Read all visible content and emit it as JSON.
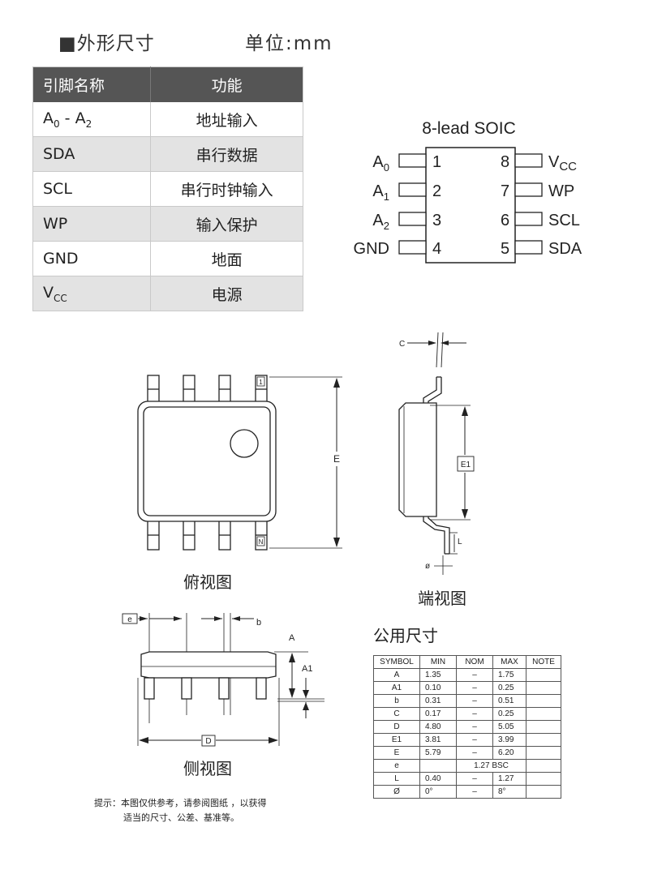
{
  "header": {
    "title": "■外形尺寸",
    "unit": "单位:mm"
  },
  "pin_table": {
    "headers": [
      "引脚名称",
      "功能"
    ],
    "rows": [
      {
        "name": "A",
        "name_sub": "0",
        "name_mid": " - A",
        "name_sub2": "2",
        "func": "地址输入"
      },
      {
        "name": "SDA",
        "func": "串行数据"
      },
      {
        "name": "SCL",
        "func": "串行时钟输入"
      },
      {
        "name": "WP",
        "func": "输入保护"
      },
      {
        "name": "GND",
        "func": "地面"
      },
      {
        "name": "V",
        "name_sub": "CC",
        "func": "电源"
      }
    ]
  },
  "pinout": {
    "title": "8-lead SOIC",
    "left": [
      {
        "label": "A",
        "sub": "0",
        "num": "1"
      },
      {
        "label": "A",
        "sub": "1",
        "num": "2"
      },
      {
        "label": "A",
        "sub": "2",
        "num": "3"
      },
      {
        "label": "GND",
        "sub": "",
        "num": "4"
      }
    ],
    "right": [
      {
        "label": "V",
        "sub": "CC",
        "num": "8"
      },
      {
        "label": "WP",
        "sub": "",
        "num": "7"
      },
      {
        "label": "SCL",
        "sub": "",
        "num": "6"
      },
      {
        "label": "SDA",
        "sub": "",
        "num": "5"
      }
    ]
  },
  "drawing_labels": {
    "top_view": "俯视图",
    "end_view": "端视图",
    "side_view": "侧视图",
    "pin1": "1",
    "pinN": "N",
    "E": "E",
    "E1": "E1",
    "C": "C",
    "L": "L",
    "phi": "ø",
    "e": "e",
    "b": "b",
    "A": "A",
    "A1": "A1",
    "D": "D"
  },
  "dims": {
    "title": "公用尺寸",
    "headers": [
      "SYMBOL",
      "MIN",
      "NOM",
      "MAX",
      "NOTE"
    ],
    "rows": [
      {
        "sym": "A",
        "min": "1.35",
        "nom": "–",
        "max": "1.75",
        "note": ""
      },
      {
        "sym": "A1",
        "min": "0.10",
        "nom": "–",
        "max": "0.25",
        "note": ""
      },
      {
        "sym": "b",
        "min": "0.31",
        "nom": "–",
        "max": "0.51",
        "note": ""
      },
      {
        "sym": "C",
        "min": "0.17",
        "nom": "–",
        "max": "0.25",
        "note": ""
      },
      {
        "sym": "D",
        "min": "4.80",
        "nom": "–",
        "max": "5.05",
        "note": ""
      },
      {
        "sym": "E1",
        "min": "3.81",
        "nom": "–",
        "max": "3.99",
        "note": ""
      },
      {
        "sym": "E",
        "min": "5.79",
        "nom": "–",
        "max": "6.20",
        "note": ""
      },
      {
        "sym": "e",
        "span": "1.27 BSC"
      },
      {
        "sym": "L",
        "min": "0.40",
        "nom": "–",
        "max": "1.27",
        "note": ""
      },
      {
        "sym": "Ø",
        "min": "0°",
        "nom": "–",
        "max": "8°",
        "note": ""
      }
    ]
  },
  "note": {
    "line1": "提示：本图仅供参考，请参阅图纸 ，以获得",
    "line2": "适当的尺寸、公差、基准等。"
  }
}
